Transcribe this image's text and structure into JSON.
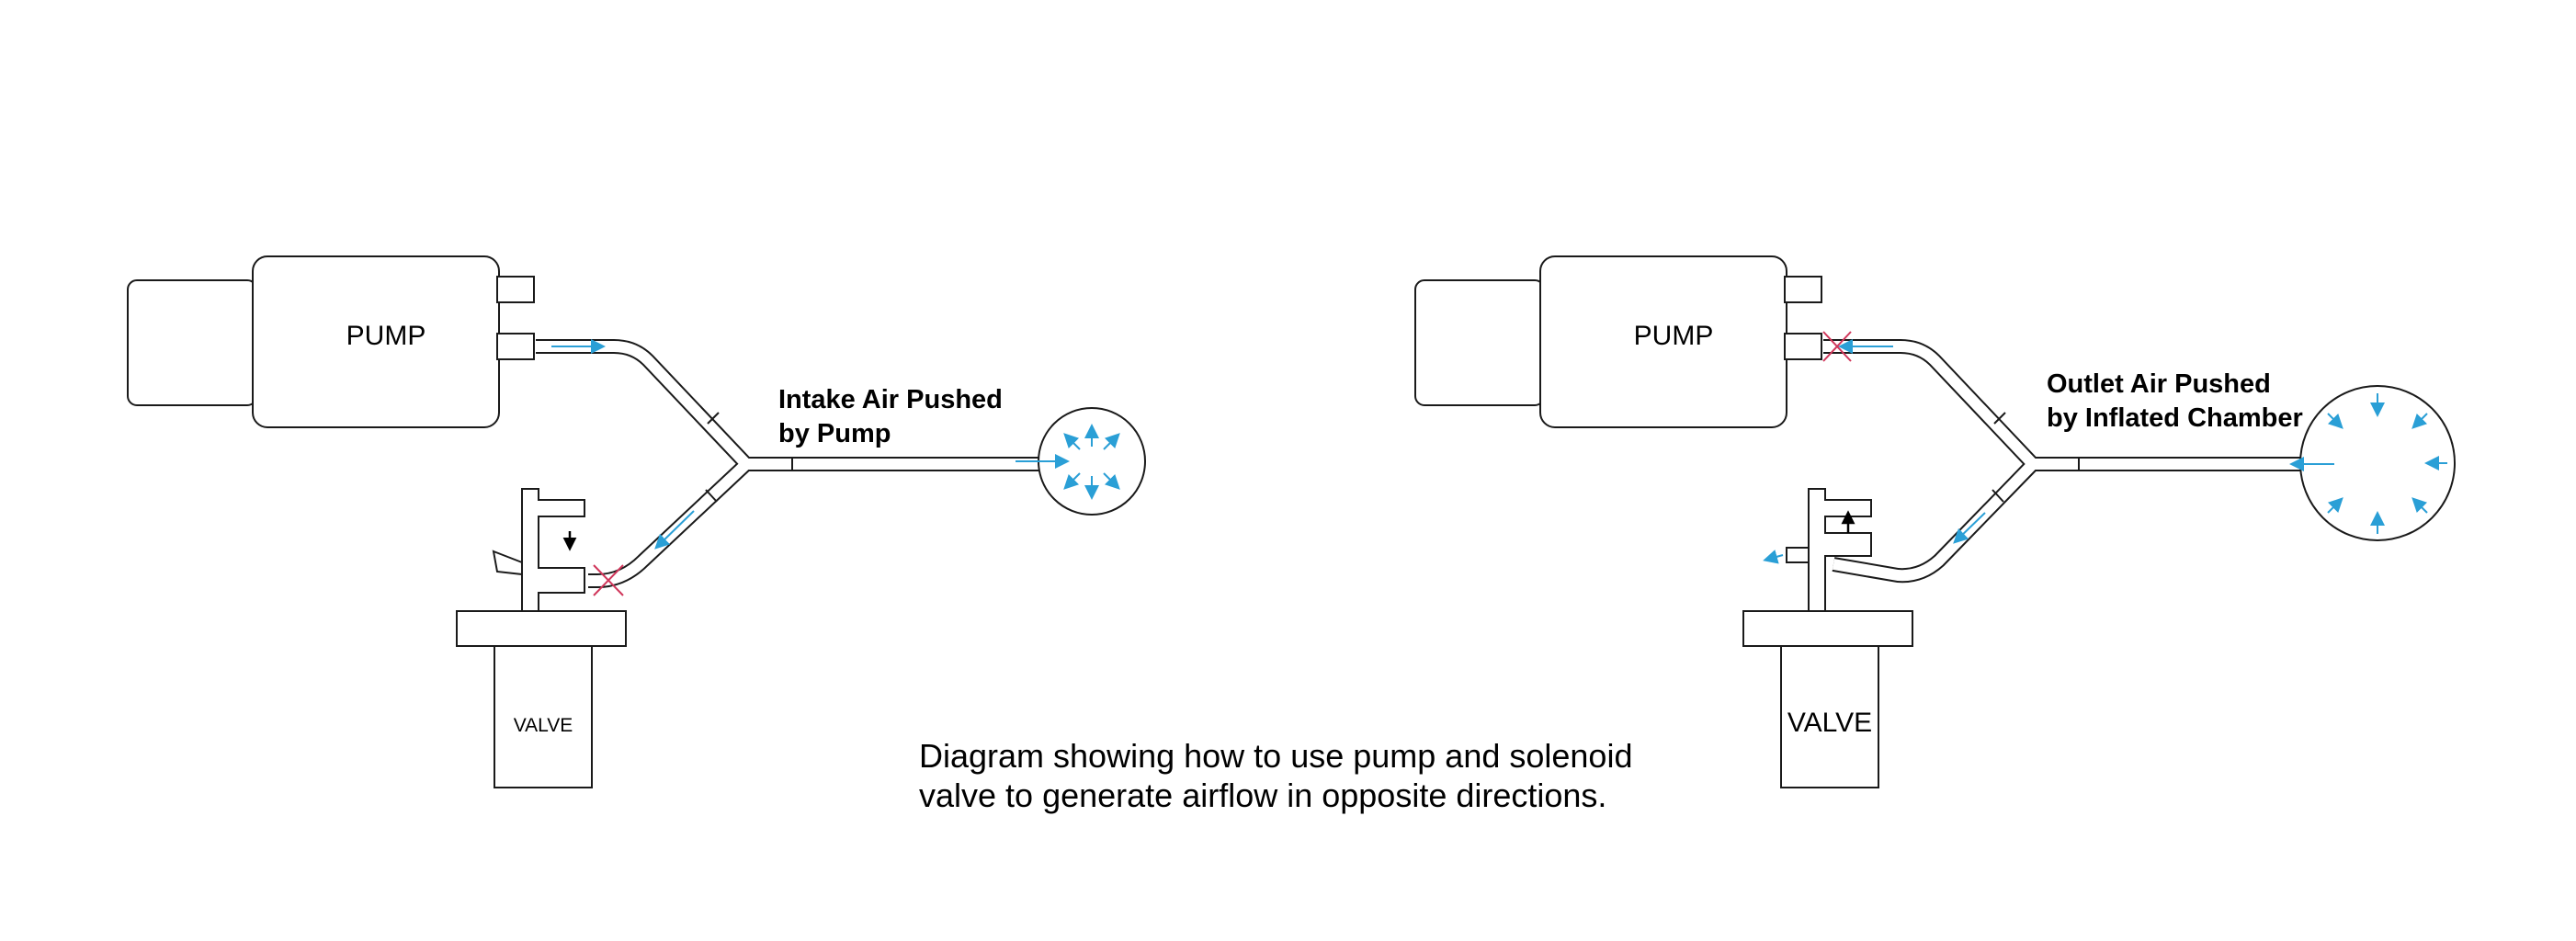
{
  "left_system": {
    "pump_label": "PUMP",
    "valve_label": "VALVE",
    "annotation_line1": "Intake Air Pushed",
    "annotation_line2": "by Pump"
  },
  "right_system": {
    "pump_label": "PUMP",
    "valve_label": "VALVE",
    "annotation_line1": "Outlet Air Pushed",
    "annotation_line2": "by Inflated Chamber"
  },
  "caption": {
    "line1": "Diagram showing how to use pump and solenoid",
    "line2": "valve to generate airflow in opposite directions."
  },
  "colors": {
    "airflow_arrow": "#2a9fd6",
    "blocked_marker": "#d0365a",
    "outline": "#1a1a1a"
  }
}
